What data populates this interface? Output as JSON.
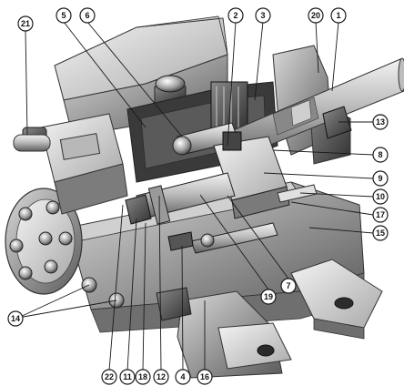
{
  "diagram": {
    "subject": "cutaway-pump-illustration",
    "callouts": {
      "c1": "1",
      "c2": "2",
      "c3": "3",
      "c4": "4",
      "c5": "5",
      "c6": "6",
      "c7": "7",
      "c8": "8",
      "c9": "9",
      "c10": "10",
      "c11": "11",
      "c12": "12",
      "c13": "13",
      "c14": "14",
      "c15": "15",
      "c16": "16",
      "c17": "17",
      "c18": "18",
      "c19": "19",
      "c20": "20",
      "c21": "21",
      "c22": "22"
    }
  }
}
